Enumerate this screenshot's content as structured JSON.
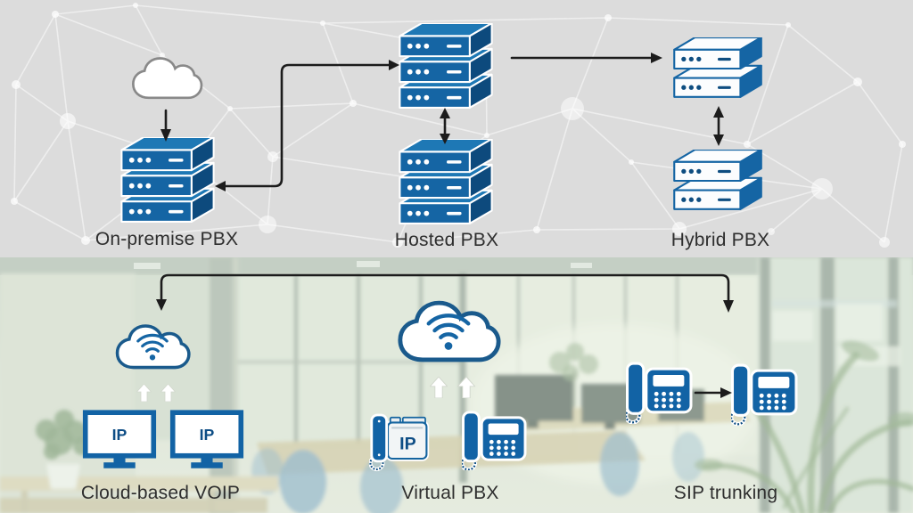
{
  "figure": {
    "type": "infographic-diagram",
    "topic": "PBX deployment models"
  },
  "top_row": {
    "background": "gray network mesh",
    "items": [
      {
        "id": "on-premise-pbx",
        "label": "On-premise PBX"
      },
      {
        "id": "hosted-pbx",
        "label": "Hosted PBX"
      },
      {
        "id": "hybrid-pbx",
        "label": "Hybrid PBX"
      }
    ]
  },
  "bottom_row": {
    "background": "office photo",
    "items": [
      {
        "id": "cloud-based-voip",
        "label": "Cloud-based VOIP",
        "monitor_label": "IP"
      },
      {
        "id": "virtual-pbx",
        "label": "Virtual PBX",
        "ip_phone_label": "IP"
      },
      {
        "id": "sip-trunking",
        "label": "SIP trunking"
      }
    ]
  },
  "colors": {
    "server_blue": "#1565a4",
    "server_blue_dark": "#0d4a7d",
    "server_blue_light": "#1e78b5",
    "phone_blue": "#1263a5",
    "arrow_black": "#1c1c1c",
    "mesh_background": "#dcdcdc",
    "label_text": "#2e2e2e"
  }
}
